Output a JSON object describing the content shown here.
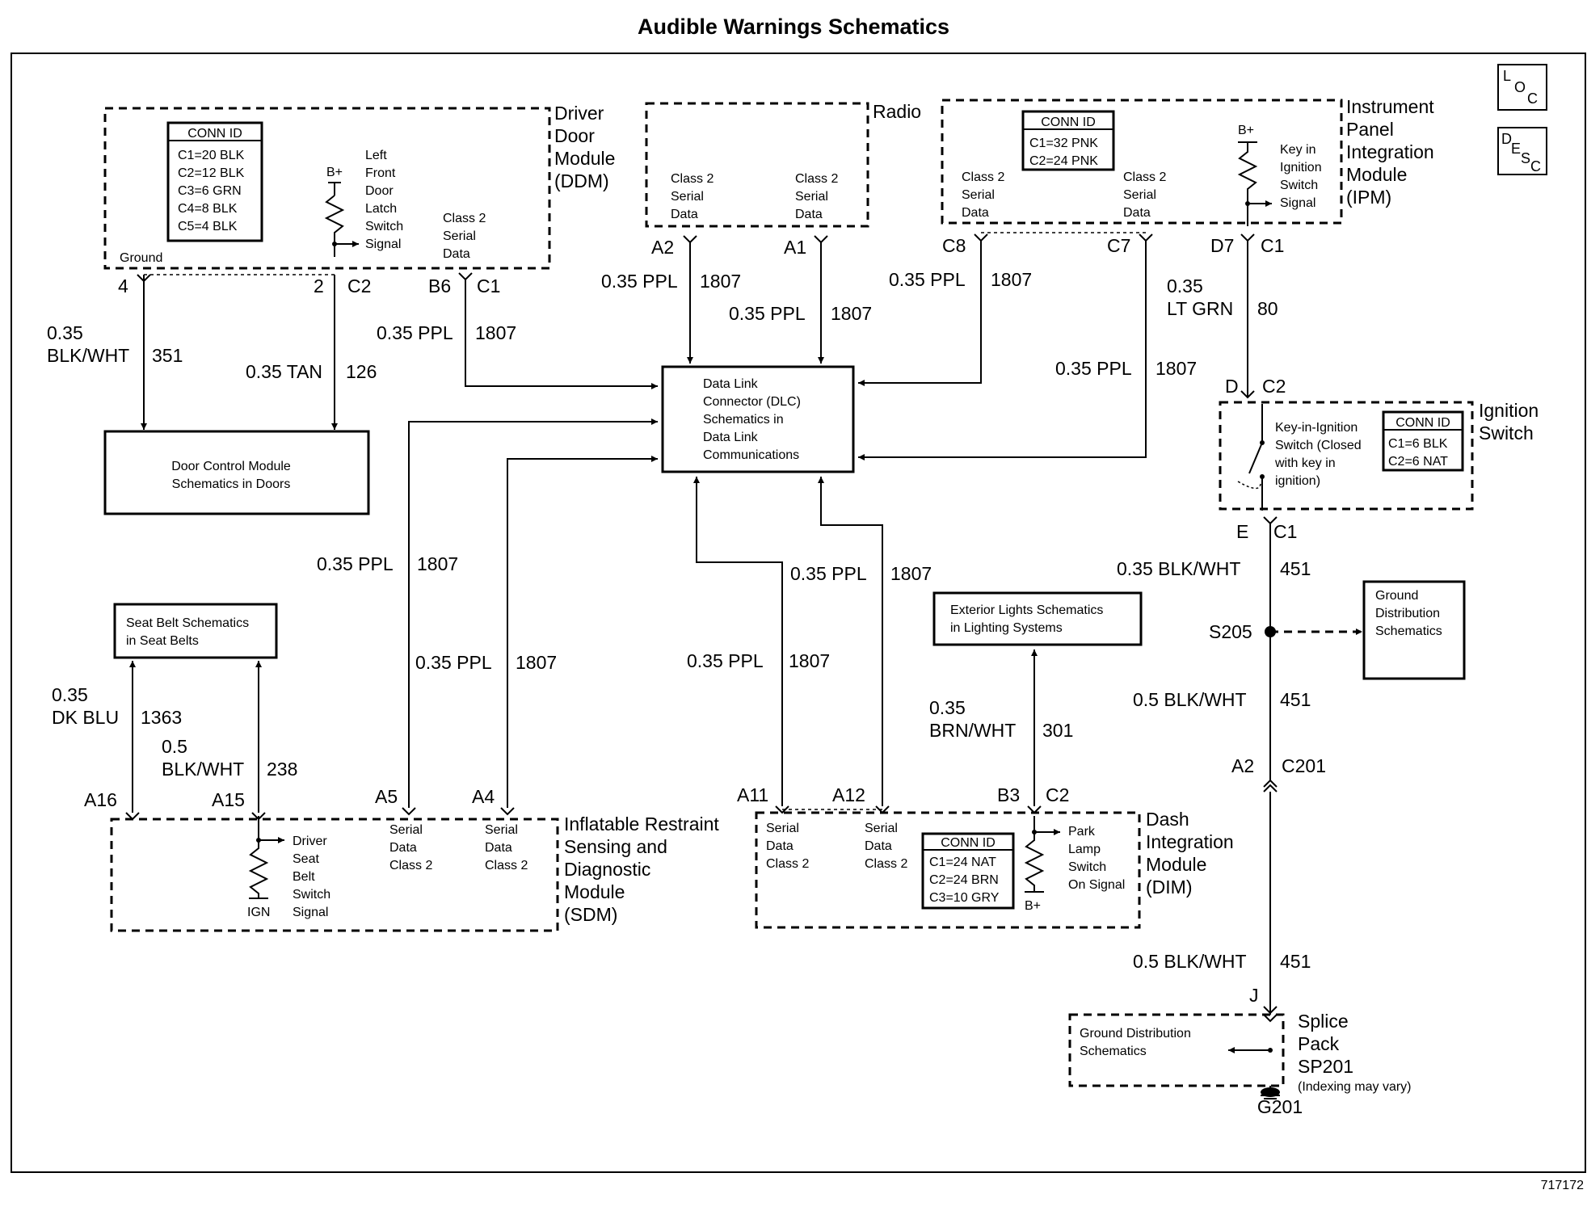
{
  "title": "Audible Warnings Schematics",
  "figure_id": "717172",
  "icons": {
    "loc": "LOC",
    "desc": "DESC"
  },
  "ddm": {
    "name": [
      "Driver",
      "Door",
      "Module",
      "(DDM)"
    ],
    "conn_header": "CONN ID",
    "conns": [
      "C1=20 BLK",
      "C2=12 BLK",
      "C3=6 GRN",
      "C4=8 BLK",
      "C5=4 BLK"
    ],
    "bplus": "B+",
    "switch_label": [
      "Left",
      "Front",
      "Door",
      "Latch",
      "Switch",
      "Signal"
    ],
    "ground": "Ground",
    "serial_label": [
      "Class 2",
      "Serial",
      "Data"
    ],
    "pin_4": "4",
    "pin_2": "2",
    "conn_c2": "C2",
    "pin_b6": "B6",
    "conn_c1": "C1"
  },
  "radio": {
    "name": "Radio",
    "left_label": [
      "Class 2",
      "Serial",
      "Data"
    ],
    "right_label": [
      "Class 2",
      "Serial",
      "Data"
    ],
    "pin_a2": "A2",
    "pin_a1": "A1"
  },
  "ipm": {
    "name": [
      "Instrument",
      "Panel",
      "Integration",
      "Module",
      "(IPM)"
    ],
    "conn_header": "CONN ID",
    "conns": [
      "C1=32 PNK",
      "C2=24 PNK"
    ],
    "left_label": [
      "Class 2",
      "Serial",
      "Data"
    ],
    "mid_label": [
      "Class 2",
      "Serial",
      "Data"
    ],
    "bplus": "B+",
    "key_label": [
      "Key in",
      "Ignition",
      "Switch",
      "Signal"
    ],
    "pin_c8": "C8",
    "pin_c7": "C7",
    "pin_d7": "D7",
    "conn_c1": "C1"
  },
  "dlc": {
    "label": [
      "Data Link",
      "Connector (DLC)",
      "Schematics in",
      "Data Link",
      "Communications"
    ]
  },
  "door_ctrl": {
    "label": [
      "Door Control Module",
      "Schematics in Doors"
    ]
  },
  "seat_belt": {
    "label": [
      "Seat Belt Schematics",
      "in Seat Belts"
    ]
  },
  "ext_lights": {
    "label": [
      "Exterior Lights Schematics",
      "in Lighting Systems"
    ]
  },
  "ground_dist": {
    "label": [
      "Ground",
      "Distribution",
      "Schematics"
    ]
  },
  "ign": {
    "name": [
      "Ignition",
      "Switch"
    ],
    "desc": [
      "Key-in-Ignition",
      "Switch (Closed",
      "with key in",
      "ignition)"
    ],
    "conn_header": "CONN ID",
    "conns": [
      "C1=6 BLK",
      "C2=6 NAT"
    ],
    "pin_d": "D",
    "conn_c2": "C2",
    "pin_e": "E",
    "conn_c1": "C1"
  },
  "sdm": {
    "name": [
      "Inflatable Restraint",
      "Sensing and",
      "Diagnostic",
      "Module",
      "(SDM)"
    ],
    "switch_label": [
      "Driver",
      "Seat",
      "Belt",
      "Switch",
      "Signal"
    ],
    "ign": "IGN",
    "serial1": [
      "Serial",
      "Data",
      "Class 2"
    ],
    "serial2": [
      "Serial",
      "Data",
      "Class 2"
    ],
    "pin_a16": "A16",
    "pin_a15": "A15",
    "pin_a5": "A5",
    "pin_a4": "A4"
  },
  "dim": {
    "name": [
      "Dash",
      "Integration",
      "Module",
      "(DIM)"
    ],
    "serial1": [
      "Serial",
      "Data",
      "Class 2"
    ],
    "serial2": [
      "Serial",
      "Data",
      "Class 2"
    ],
    "conn_header": "CONN ID",
    "conns": [
      "C1=24 NAT",
      "C2=24 BRN",
      "C3=10 GRY"
    ],
    "park_label": [
      "Park",
      "Lamp",
      "Switch",
      "On Signal"
    ],
    "bplus": "B+",
    "pin_a11": "A11",
    "pin_a12": "A12",
    "pin_b3": "B3",
    "conn_c2": "C2"
  },
  "splice": {
    "name": [
      "Splice",
      "Pack",
      "SP201"
    ],
    "note": "(Indexing may vary)",
    "inner": [
      "Ground Distribution",
      "Schematics"
    ],
    "pin_j": "J",
    "ground": "G201"
  },
  "s205": "S205",
  "c201": {
    "pin": "A2",
    "conn": "C201"
  },
  "wires": {
    "w351": [
      "0.35",
      "BLK/WHT",
      "351"
    ],
    "w126": [
      "0.35 TAN",
      "126"
    ],
    "w_b6": [
      "0.35 PPL",
      "1807"
    ],
    "w_a2": [
      "0.35 PPL",
      "1807"
    ],
    "w_a1": [
      "0.35 PPL",
      "1807"
    ],
    "w_c8": [
      "0.35 PPL",
      "1807"
    ],
    "w_c7": [
      "0.35 PPL",
      "1807"
    ],
    "w80": [
      "0.35",
      "LT GRN",
      "80"
    ],
    "w_a5": [
      "0.35 PPL",
      "1807"
    ],
    "w_a4": [
      "0.35 PPL",
      "1807"
    ],
    "w_a11": [
      "0.35 PPL",
      "1807"
    ],
    "w_a12": [
      "0.35 PPL",
      "1807"
    ],
    "w1363": [
      "0.35",
      "DK BLU",
      "1363"
    ],
    "w238": [
      "0.5",
      "BLK/WHT",
      "238"
    ],
    "w301": [
      "0.35",
      "BRN/WHT",
      "301"
    ],
    "w451a": [
      "0.35 BLK/WHT",
      "451"
    ],
    "w451b": [
      "0.5 BLK/WHT",
      "451"
    ],
    "w451c": [
      "0.5 BLK/WHT",
      "451"
    ]
  }
}
